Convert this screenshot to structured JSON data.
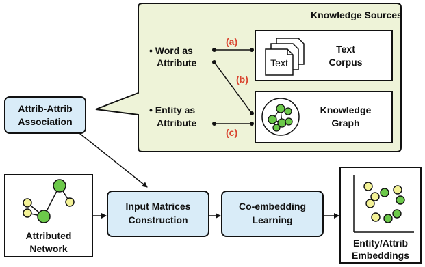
{
  "knowledge_panel": {
    "title": "Knowledge Sources",
    "word_attr": {
      "line1": "• Word as",
      "line2": "Attribute"
    },
    "entity_attr": {
      "line1": "• Entity as",
      "line2": "Attribute"
    },
    "labels": {
      "a": "(a)",
      "b": "(b)",
      "c": "(c)"
    },
    "text_corpus": {
      "page_label": "Text",
      "line1": "Text",
      "line2": "Corpus"
    },
    "knowledge_graph": {
      "line1": "Knowledge",
      "line2": "Graph"
    }
  },
  "association": {
    "line1": "Attrib-Attrib",
    "line2": "Association"
  },
  "attributed_network": {
    "line1": "Attributed",
    "line2": "Network"
  },
  "input_matrices": {
    "line1": "Input Matrices",
    "line2": "Construction"
  },
  "co_embedding": {
    "line1": "Co-embedding",
    "line2": "Learning"
  },
  "embeddings": {
    "line1": "Entity/Attrib",
    "line2": "Embeddings"
  },
  "colors": {
    "panel_fill": "#eef3d8",
    "box_fill": "#d9ecf8",
    "green_node": "#6cc94a",
    "yellow_node": "#f3f296",
    "label_red": "#d9442f"
  }
}
